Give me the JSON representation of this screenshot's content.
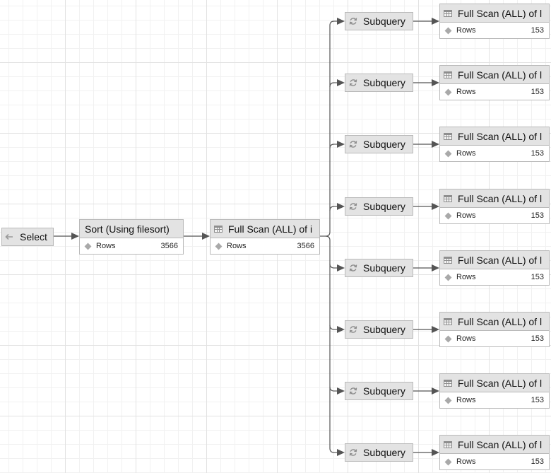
{
  "select": {
    "label": "Select"
  },
  "sort": {
    "title": "Sort (Using filesort)",
    "rows_label": "Rows",
    "rows": "3566"
  },
  "main_scan": {
    "title": "Full Scan (ALL) of i",
    "rows_label": "Rows",
    "rows": "3566"
  },
  "subqueries": [
    {
      "label": "Subquery",
      "scan_title": "Full Scan (ALL) of l",
      "rows_label": "Rows",
      "rows": "153"
    },
    {
      "label": "Subquery",
      "scan_title": "Full Scan (ALL) of l",
      "rows_label": "Rows",
      "rows": "153"
    },
    {
      "label": "Subquery",
      "scan_title": "Full Scan (ALL) of l",
      "rows_label": "Rows",
      "rows": "153"
    },
    {
      "label": "Subquery",
      "scan_title": "Full Scan (ALL) of l",
      "rows_label": "Rows",
      "rows": "153"
    },
    {
      "label": "Subquery",
      "scan_title": "Full Scan (ALL) of l",
      "rows_label": "Rows",
      "rows": "153"
    },
    {
      "label": "Subquery",
      "scan_title": "Full Scan (ALL) of l",
      "rows_label": "Rows",
      "rows": "153"
    },
    {
      "label": "Subquery",
      "scan_title": "Full Scan (ALL) of l",
      "rows_label": "Rows",
      "rows": "153"
    },
    {
      "label": "Subquery",
      "scan_title": "Full Scan (ALL) of l",
      "rows_label": "Rows",
      "rows": "153"
    }
  ]
}
